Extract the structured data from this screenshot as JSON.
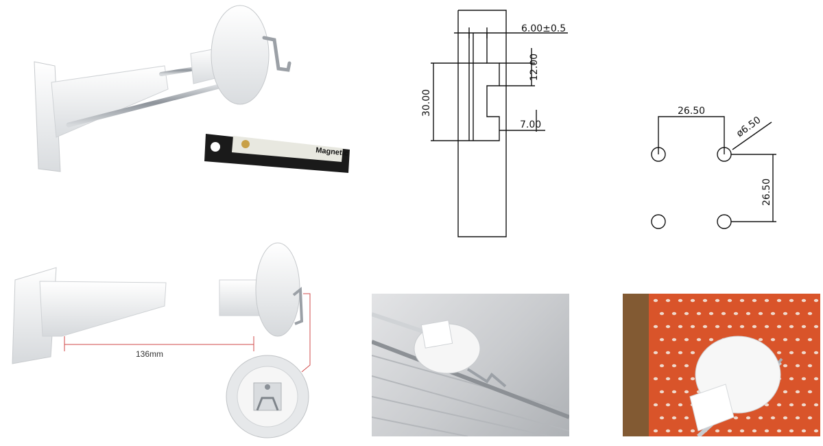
{
  "drawing_front": {
    "dim_top": "6.00±0.5",
    "dim_tab": "12.00",
    "dim_total": "30.00",
    "dim_neck": "7.00"
  },
  "drawing_holes": {
    "dim_horizontal": "26.50",
    "dim_diameter": "ø6.50",
    "dim_vertical": "26.50"
  },
  "hook_annotated": {
    "length_label": "136mm"
  },
  "key_label": {
    "brand": "Magnetic"
  },
  "colors": {
    "pegboard_orange": "#d9542a",
    "hook_white": "#f2f2f2",
    "chrome": "#b8bcc2",
    "key_black": "#1a1a1a"
  }
}
